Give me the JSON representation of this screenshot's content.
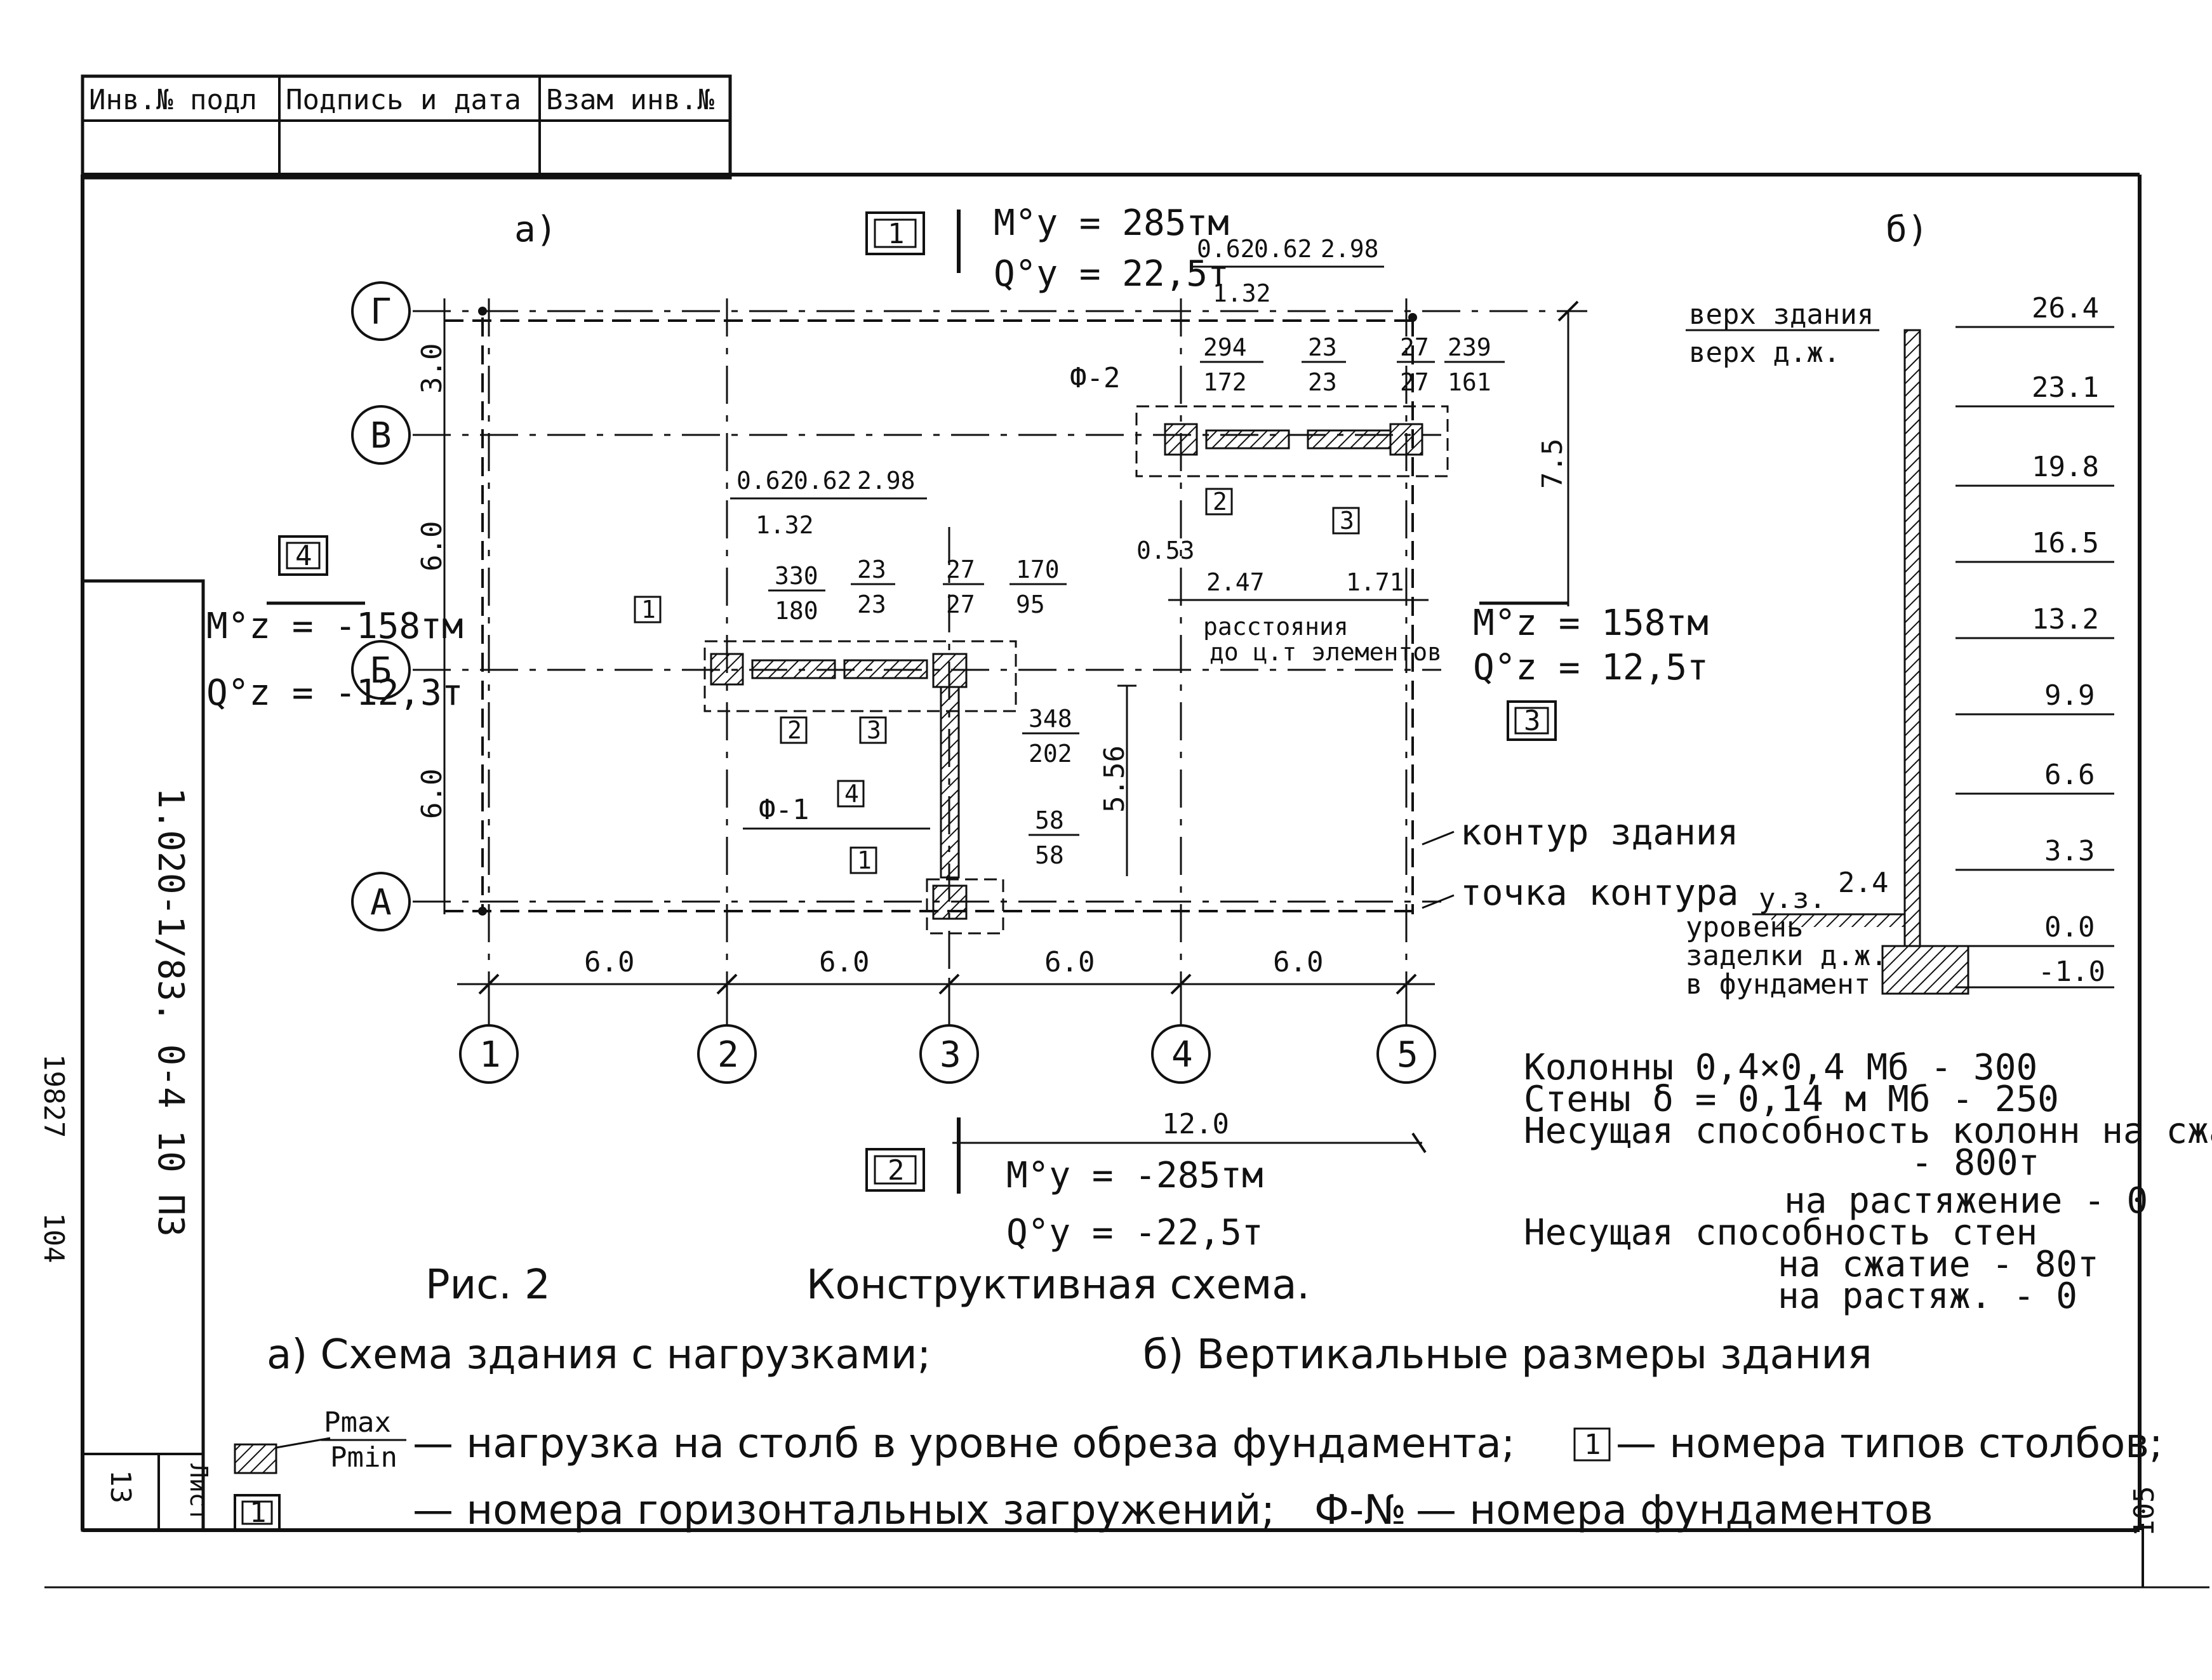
{
  "title_block": {
    "inv_podl": "Инв.№ подл",
    "podpis_data": "Подпись и дата",
    "vzam_inv": "Взам инв.№"
  },
  "side_stamp": {
    "doc_code": "1.020-1/83. 0-4 10 ПЗ",
    "archive_no": "19827",
    "page_no": "104",
    "sheet_label": "Лист",
    "sheet_no": "13",
    "right_page": "105"
  },
  "scheme_a": {
    "label": "а)",
    "row_axes": [
      "Г",
      "В",
      "Б",
      "А"
    ],
    "col_axes": [
      "1",
      "2",
      "3",
      "4",
      "5"
    ],
    "row_spacings": [
      "3.0",
      "6.0",
      "6.0"
    ],
    "col_spacings": [
      "6.0",
      "6.0",
      "6.0",
      "6.0"
    ],
    "total_dim": "12.0",
    "dim_7_5": "7.5",
    "dim_5_56": "5.56",
    "load_top": {
      "box": "1",
      "m": "M°y = 285тм",
      "q": "Q°y = 22,5т"
    },
    "load_bottom": {
      "box": "2",
      "m": "M°y = -285тм",
      "q": "Q°y = -22,5т"
    },
    "load_left": {
      "box": "4",
      "m": "M°z = -158тм",
      "q": "Q°z = -12,3т"
    },
    "load_right": {
      "box": "3",
      "m": "M°z = 158тм",
      "q": "Q°z = 12,5т"
    },
    "upper_dims": [
      "0.62",
      "0.62",
      "2.98",
      "1.32"
    ],
    "upper_loads": [
      {
        "max": "294",
        "min": "172"
      },
      {
        "max": "23",
        "min": "23"
      },
      {
        "max": "27",
        "min": "27"
      },
      {
        "max": "239",
        "min": "161"
      }
    ],
    "upper_types": [
      "2",
      "3"
    ],
    "upper_dist": [
      "0.53",
      "2.47",
      "1.71"
    ],
    "distance_note_1": "расстояния",
    "distance_note_2": "до ц.т элементов",
    "lower_dims": [
      "0.62",
      "0.62",
      "2.98",
      "1.32"
    ],
    "lower_loads": [
      {
        "max": "330",
        "min": "180"
      },
      {
        "max": "23",
        "min": "23"
      },
      {
        "max": "27",
        "min": "27"
      },
      {
        "max": "170",
        "min": "95"
      },
      {
        "max": "348",
        "min": "202"
      },
      {
        "max": "58",
        "min": "58"
      }
    ],
    "lower_types": [
      "2",
      "3",
      "4",
      "1"
    ],
    "found_1": "Ф-1",
    "found_2": "Ф-2",
    "left_type_box": "1",
    "contour_label": "контур здания",
    "contour_point_label": "точка контура"
  },
  "scheme_b": {
    "label": "б)",
    "top_label_1": "верх здания",
    "top_label_2": "верх д.ж.",
    "levels": [
      "26.4",
      "23.1",
      "19.8",
      "16.5",
      "13.2",
      "9.9",
      "6.6",
      "3.3",
      "0.0",
      "-1.0"
    ],
    "ground_label": "у.з.",
    "ground_value": "2.4",
    "embed_1": "уровень",
    "embed_2": "заделки д.ж.",
    "embed_3": "в фундамент"
  },
  "specs": [
    "Колонны  0,4×0,4   Мб - 300",
    "Стены  δ = 0,14 м   Мб - 250",
    "Несущая способность колонн на сжат-",
    "- 800т",
    "на растяжение - 0",
    "Несущая способность стен",
    "на сжатие - 80т",
    "на растяж. - 0"
  ],
  "caption": {
    "fig": "Рис. 2",
    "title": "Конструктивная   схема.",
    "line_a": "а) Схема здания с нагрузками;",
    "line_b": "б) Вертикальные размеры здания"
  },
  "legend": {
    "pmax": "Pmax",
    "pmin": "Pmin",
    "load_text": "— нагрузка на столб в уровне обреза фундамента;",
    "type_box": "1",
    "type_text": "— номера типов столбов;",
    "hor_box": "1",
    "hor_text": "— номера горизонтальных загружений;",
    "found_mark": "Ф-№",
    "found_text": "— номера фундаментов"
  }
}
